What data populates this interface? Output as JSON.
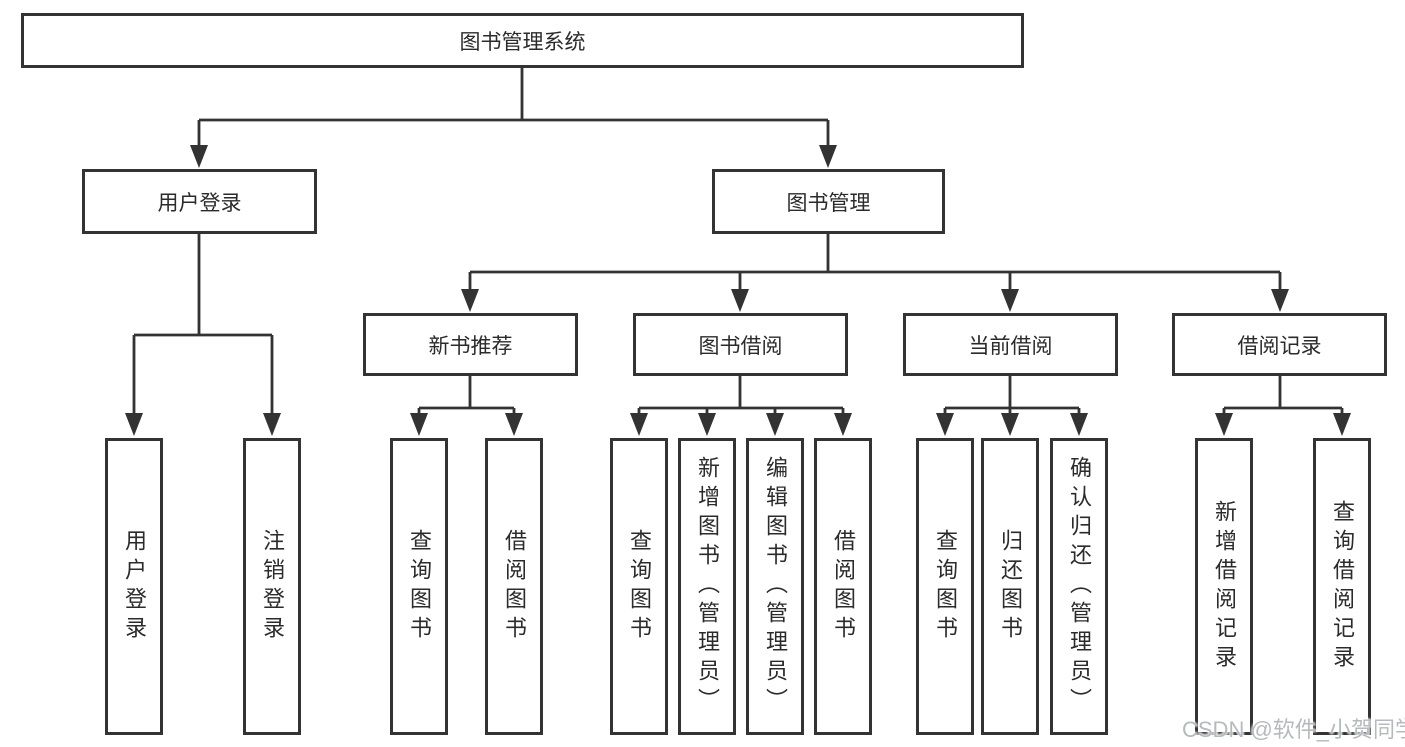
{
  "diagram": {
    "root": {
      "label": "图书管理系统"
    },
    "level2": [
      {
        "label": "用户登录",
        "parent": "图书管理系统"
      },
      {
        "label": "图书管理",
        "parent": "图书管理系统"
      }
    ],
    "level3": [
      {
        "label": "新书推荐",
        "parent": "图书管理"
      },
      {
        "label": "图书借阅",
        "parent": "图书管理"
      },
      {
        "label": "当前借阅",
        "parent": "图书管理"
      },
      {
        "label": "借阅记录",
        "parent": "图书管理"
      }
    ],
    "leaves": [
      {
        "label": "用户登录",
        "parent": "用户登录"
      },
      {
        "label": "注销登录",
        "parent": "用户登录"
      },
      {
        "label": "查询图书",
        "parent": "新书推荐"
      },
      {
        "label": "借阅图书",
        "parent": "新书推荐"
      },
      {
        "label": "查询图书",
        "parent": "图书借阅"
      },
      {
        "label": "新增图书（管理员）",
        "parent": "图书借阅"
      },
      {
        "label": "编辑图书（管理员）",
        "parent": "图书借阅"
      },
      {
        "label": "借阅图书",
        "parent": "图书借阅"
      },
      {
        "label": "查询图书",
        "parent": "当前借阅"
      },
      {
        "label": "归还图书",
        "parent": "当前借阅"
      },
      {
        "label": "确认归还（管理员）",
        "parent": "当前借阅"
      },
      {
        "label": "新增借阅记录",
        "parent": "借阅记录"
      },
      {
        "label": "查询借阅记录",
        "parent": "借阅记录"
      }
    ],
    "watermark": "CSDN @软件_小贺同学",
    "colors": {
      "line": "#333333",
      "text": "#2b2b2b",
      "box_background": "#ffffff",
      "watermark": "#b6babd"
    }
  }
}
